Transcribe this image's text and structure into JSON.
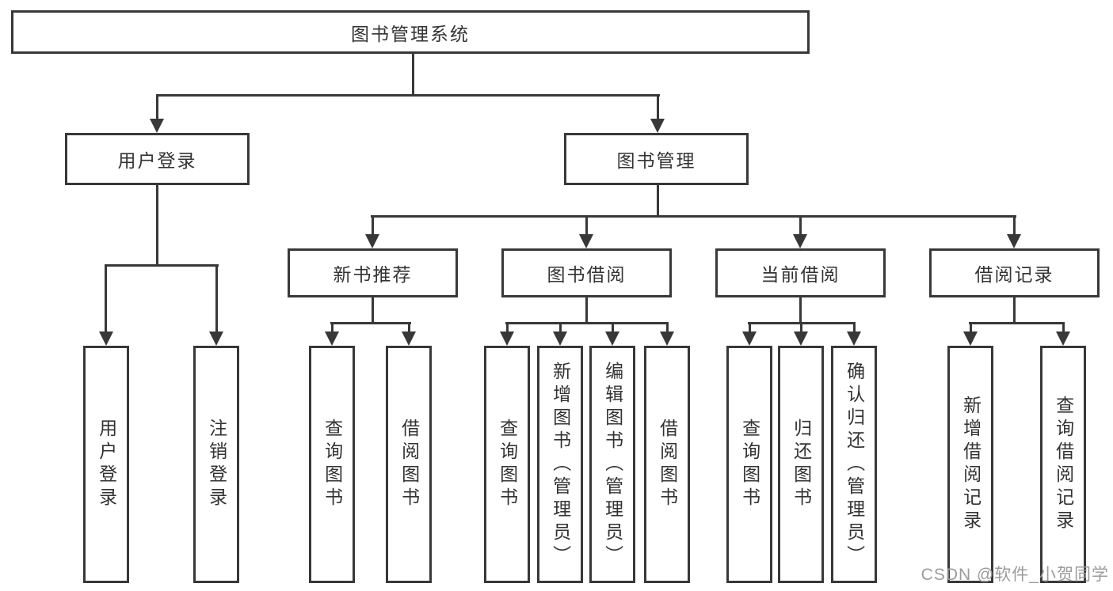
{
  "diagram": {
    "root": {
      "label": "图书管理系统"
    },
    "user_branch": {
      "label": "用户登录",
      "children": [
        {
          "label": "用户登录"
        },
        {
          "label": "注销登录"
        }
      ]
    },
    "book_branch": {
      "label": "图书管理",
      "children": [
        {
          "label": "新书推荐",
          "children": [
            {
              "label": "查询图书"
            },
            {
              "label": "借阅图书"
            }
          ]
        },
        {
          "label": "图书借阅",
          "children": [
            {
              "label": "查询图书"
            },
            {
              "label": "新增图书（管理员）"
            },
            {
              "label": "编辑图书（管理员）"
            },
            {
              "label": "借阅图书"
            }
          ]
        },
        {
          "label": "当前借阅",
          "children": [
            {
              "label": "查询图书"
            },
            {
              "label": "归还图书"
            },
            {
              "label": "确认归还（管理员）"
            }
          ]
        },
        {
          "label": "借阅记录",
          "children": [
            {
              "label": "新增借阅记录"
            },
            {
              "label": "查询借阅记录"
            }
          ]
        }
      ]
    }
  },
  "watermark": {
    "text": "CSDN @软件_小贺同学"
  },
  "colors": {
    "line": "#383838",
    "text": "#333333",
    "watermark": "#9b9b9b"
  }
}
